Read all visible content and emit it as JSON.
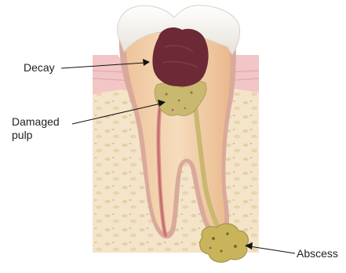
{
  "labels": {
    "decay": "Decay",
    "damaged_pulp": "Damaged\npulp",
    "abscess": "Abscess"
  },
  "colors": {
    "enamel": "#f4f2ee",
    "dentin": "#f0cda0",
    "root_outer": "#d9aa9b",
    "decay": "#6b2a35",
    "pulp_damaged": "#c9b870",
    "pulp_canal": "#d98b86",
    "abscess": "#c8b45a",
    "gum": "#f2c6c6",
    "bone": "#f4e4c9",
    "bone_spot": "#e6cfa5",
    "pointer": "#111111"
  }
}
